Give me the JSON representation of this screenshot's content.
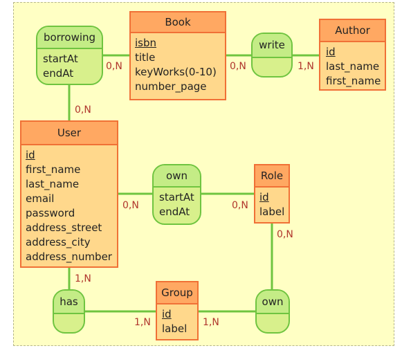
{
  "entities": {
    "book": {
      "name": "Book",
      "attributes": [
        "isbn",
        "title",
        "keyWorks(0-10)",
        "number_page"
      ],
      "key": "isbn"
    },
    "author": {
      "name": "Author",
      "attributes": [
        "id",
        "last_name",
        "first_name"
      ],
      "key": "id"
    },
    "user": {
      "name": "User",
      "attributes": [
        "id",
        "first_name",
        "last_name",
        "email",
        "password",
        "address_street",
        "address_city",
        "address_number"
      ],
      "key": "id"
    },
    "role": {
      "name": "Role",
      "attributes": [
        "id",
        "label"
      ],
      "key": "id"
    },
    "group": {
      "name": "Group",
      "attributes": [
        "id",
        "label"
      ],
      "key": "id"
    }
  },
  "relations": {
    "borrowing": {
      "name": "borrowing",
      "attributes": [
        "startAt",
        "endAt"
      ]
    },
    "write": {
      "name": "write",
      "attributes": []
    },
    "own_role": {
      "name": "own",
      "attributes": [
        "startAt",
        "endAt"
      ]
    },
    "has": {
      "name": "has",
      "attributes": []
    },
    "own_group": {
      "name": "own",
      "attributes": []
    }
  },
  "cardinalities": {
    "borrowing_book": "0,N",
    "borrowing_user": "0,N",
    "write_book": "0,N",
    "write_author": "1,N",
    "own_user": "0,N",
    "own_role": "0,N",
    "role_own": "0,N",
    "has_user": "1,N",
    "has_group": "1,N",
    "own_group": "1,N"
  },
  "colors": {
    "entity_border": "#f07036",
    "entity_header": "#ffa862",
    "entity_body": "#ffd88c",
    "relation_border": "#6fc440",
    "relation_body": "#d8f08c",
    "line": "#6fc440",
    "cardinality": "#b0352c",
    "background": "#ffffc4"
  }
}
